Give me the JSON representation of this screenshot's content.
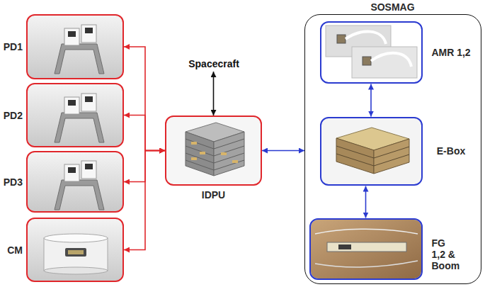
{
  "diagram": {
    "nodes": [
      {
        "text": [
          "PD1"
        ]
      },
      {
        "text": [
          "PD2"
        ]
      },
      {
        "text": [
          "PD3"
        ]
      },
      {
        "text": [
          "CM"
        ]
      },
      {
        "text": [
          "Spacecraft"
        ]
      },
      {
        "text": [
          "IDPU"
        ]
      },
      {
        "text": [
          "SOSMAG"
        ]
      },
      {
        "text": [
          "AMR 1,2"
        ],
        "in": 6
      },
      {
        "text": [
          "E-Box"
        ],
        "in": 6
      },
      {
        "text": [
          "FG 1,2 & Boom"
        ],
        "in": 6
      }
    ],
    "edges": [
      {
        "from": 5,
        "to": 0,
        "arrow": "both"
      },
      {
        "from": 5,
        "to": 1,
        "arrow": "both"
      },
      {
        "from": 5,
        "to": 2,
        "arrow": "both"
      },
      {
        "from": 5,
        "to": 3,
        "arrow": "both"
      },
      {
        "from": 4,
        "to": 5,
        "arrow": "both"
      },
      {
        "from": 5,
        "to": 6,
        "arrow": "both"
      },
      {
        "from": 7,
        "to": 8,
        "arrow": "both"
      },
      {
        "from": 8,
        "to": 9,
        "arrow": "both"
      }
    ]
  }
}
